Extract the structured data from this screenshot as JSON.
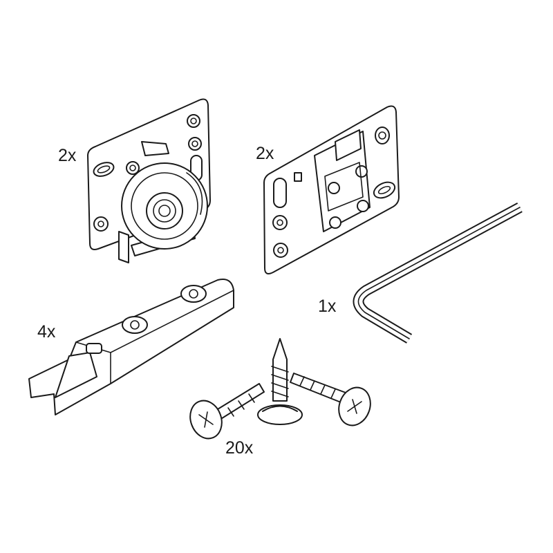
{
  "parts": [
    {
      "name": "wheel-carrier",
      "quantity_label": "2x"
    },
    {
      "name": "guide-carrier",
      "quantity_label": "2x"
    },
    {
      "name": "clip-bracket",
      "quantity_label": "4x"
    },
    {
      "name": "hex-key",
      "quantity_label": "1x"
    },
    {
      "name": "screws",
      "quantity_label": "20x"
    }
  ],
  "colors": {
    "line": "#1a1a1a",
    "background": "#ffffff"
  }
}
